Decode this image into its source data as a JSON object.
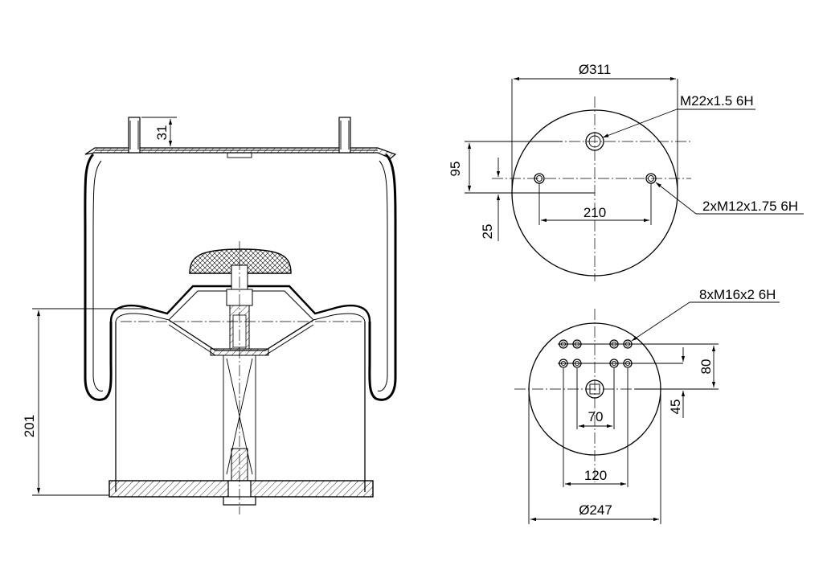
{
  "labels": {
    "stud_height": "31",
    "overall_height": "201",
    "top_diameter": "Ø311",
    "center_thread": "M22x1.5 6H",
    "offset_95": "95",
    "offset_25": "25",
    "hole_spacing_210": "210",
    "side_threads": "2xM12x1.75 6H",
    "bottom_threads": "8xM16x2 6H",
    "offset_80": "80",
    "offset_45": "45",
    "spacing_70": "70",
    "spacing_120": "120",
    "bottom_diameter": "Ø247"
  }
}
